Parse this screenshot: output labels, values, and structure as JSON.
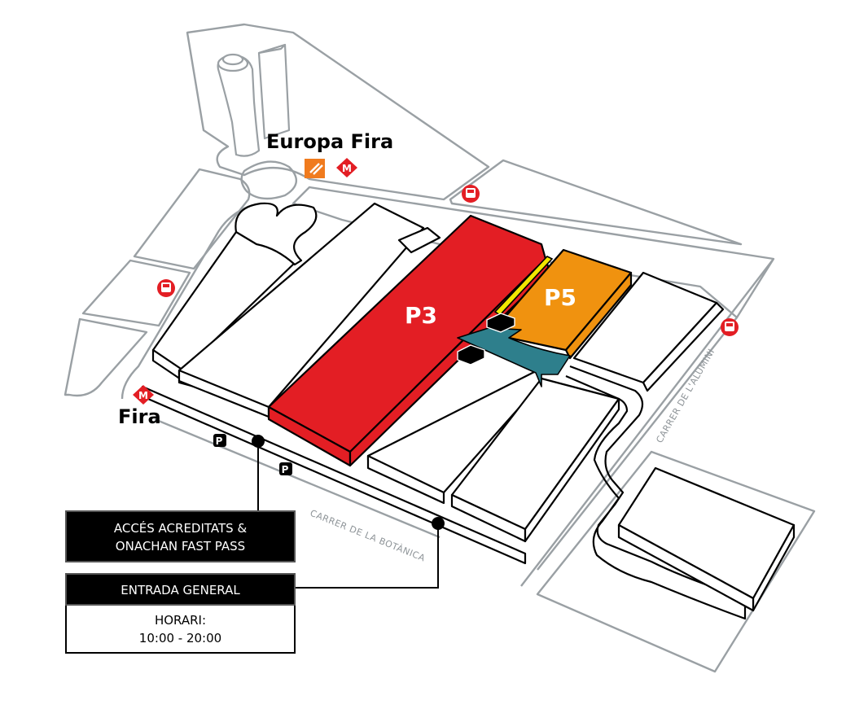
{
  "map": {
    "halls": [
      {
        "id": "P3",
        "label": "P3",
        "color": "#e31e24"
      },
      {
        "id": "P5",
        "label": "P5",
        "color": "#f0920f"
      }
    ],
    "connector_color": "#2e7f8c",
    "walkway_color": "#f2e600",
    "places": {
      "europa_fira": "Europa Fira",
      "fira": "Fira"
    },
    "streets": {
      "botanica": "CARRER DE LA BOTÀNICA",
      "alumini": "CARRER DE L'ALUMINI"
    },
    "icons": {
      "metro_letter": "M",
      "parking_letter": "P",
      "metro_color": "#e31e24",
      "fgc_color": "#f07b1e",
      "bus_color": "#e31e24"
    }
  },
  "callouts": {
    "accreditations": {
      "line1": "ACCÉS ACREDITATS &",
      "line2": "ONACHAN FAST PASS"
    },
    "general_entrance": {
      "title": "ENTRADA GENERAL",
      "hours_label": "HORARI:",
      "hours_value": "10:00 - 20:00"
    }
  }
}
